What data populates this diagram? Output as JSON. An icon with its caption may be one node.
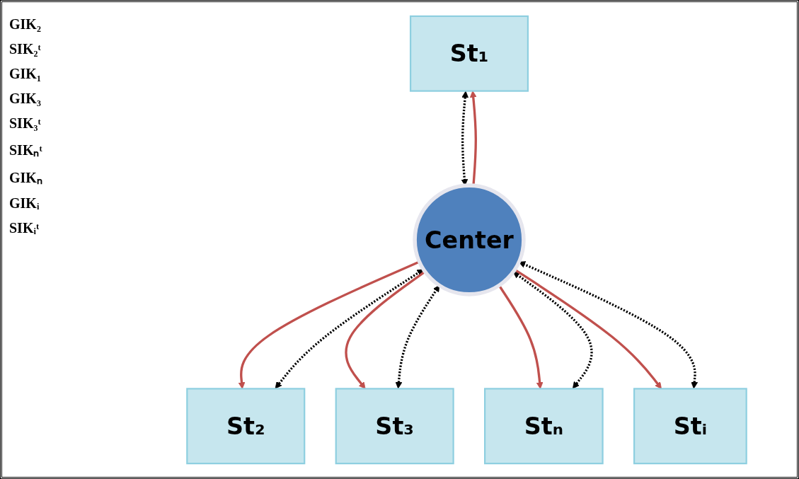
{
  "diagram": {
    "nodes": [
      {
        "text": [
          "St₁"
        ]
      },
      {
        "text": [
          "St₂"
        ]
      },
      {
        "text": [
          "St₃"
        ]
      },
      {
        "text": [
          "Center"
        ]
      },
      {
        "text": [
          "Stₙ"
        ]
      },
      {
        "text": [
          "Stᵢ"
        ]
      }
    ],
    "edges": [
      {
        "from": 3,
        "to": 0,
        "arrow": "to",
        "color": "#c0504d"
      },
      {
        "from": 0,
        "to": 3,
        "arrow": "both",
        "style": "dashed",
        "color": "#000000"
      },
      {
        "from": 3,
        "to": 1,
        "arrow": "to",
        "color": "#c0504d"
      },
      {
        "from": 1,
        "to": 3,
        "arrow": "both",
        "style": "dashed",
        "color": "#000000"
      },
      {
        "from": 3,
        "to": 2,
        "arrow": "to",
        "color": "#c0504d"
      },
      {
        "from": 2,
        "to": 3,
        "arrow": "both",
        "style": "dashed",
        "color": "#000000"
      },
      {
        "from": 3,
        "to": 4,
        "arrow": "to",
        "color": "#c0504d"
      },
      {
        "from": 4,
        "to": 3,
        "arrow": "both",
        "style": "dashed",
        "color": "#000000"
      },
      {
        "from": 3,
        "to": 5,
        "arrow": "to",
        "color": "#c0504d"
      },
      {
        "from": 5,
        "to": 3,
        "arrow": "both",
        "style": "dashed",
        "color": "#000000"
      }
    ],
    "labels": [
      "GIK₂",
      "SIK₂ᵗ",
      "GIK₁",
      "GIK₃",
      "SIK₃ᵗ",
      "SIKₙᵗ",
      "GIKₙ",
      "GIKᵢ",
      "SIKᵢᵗ"
    ]
  }
}
